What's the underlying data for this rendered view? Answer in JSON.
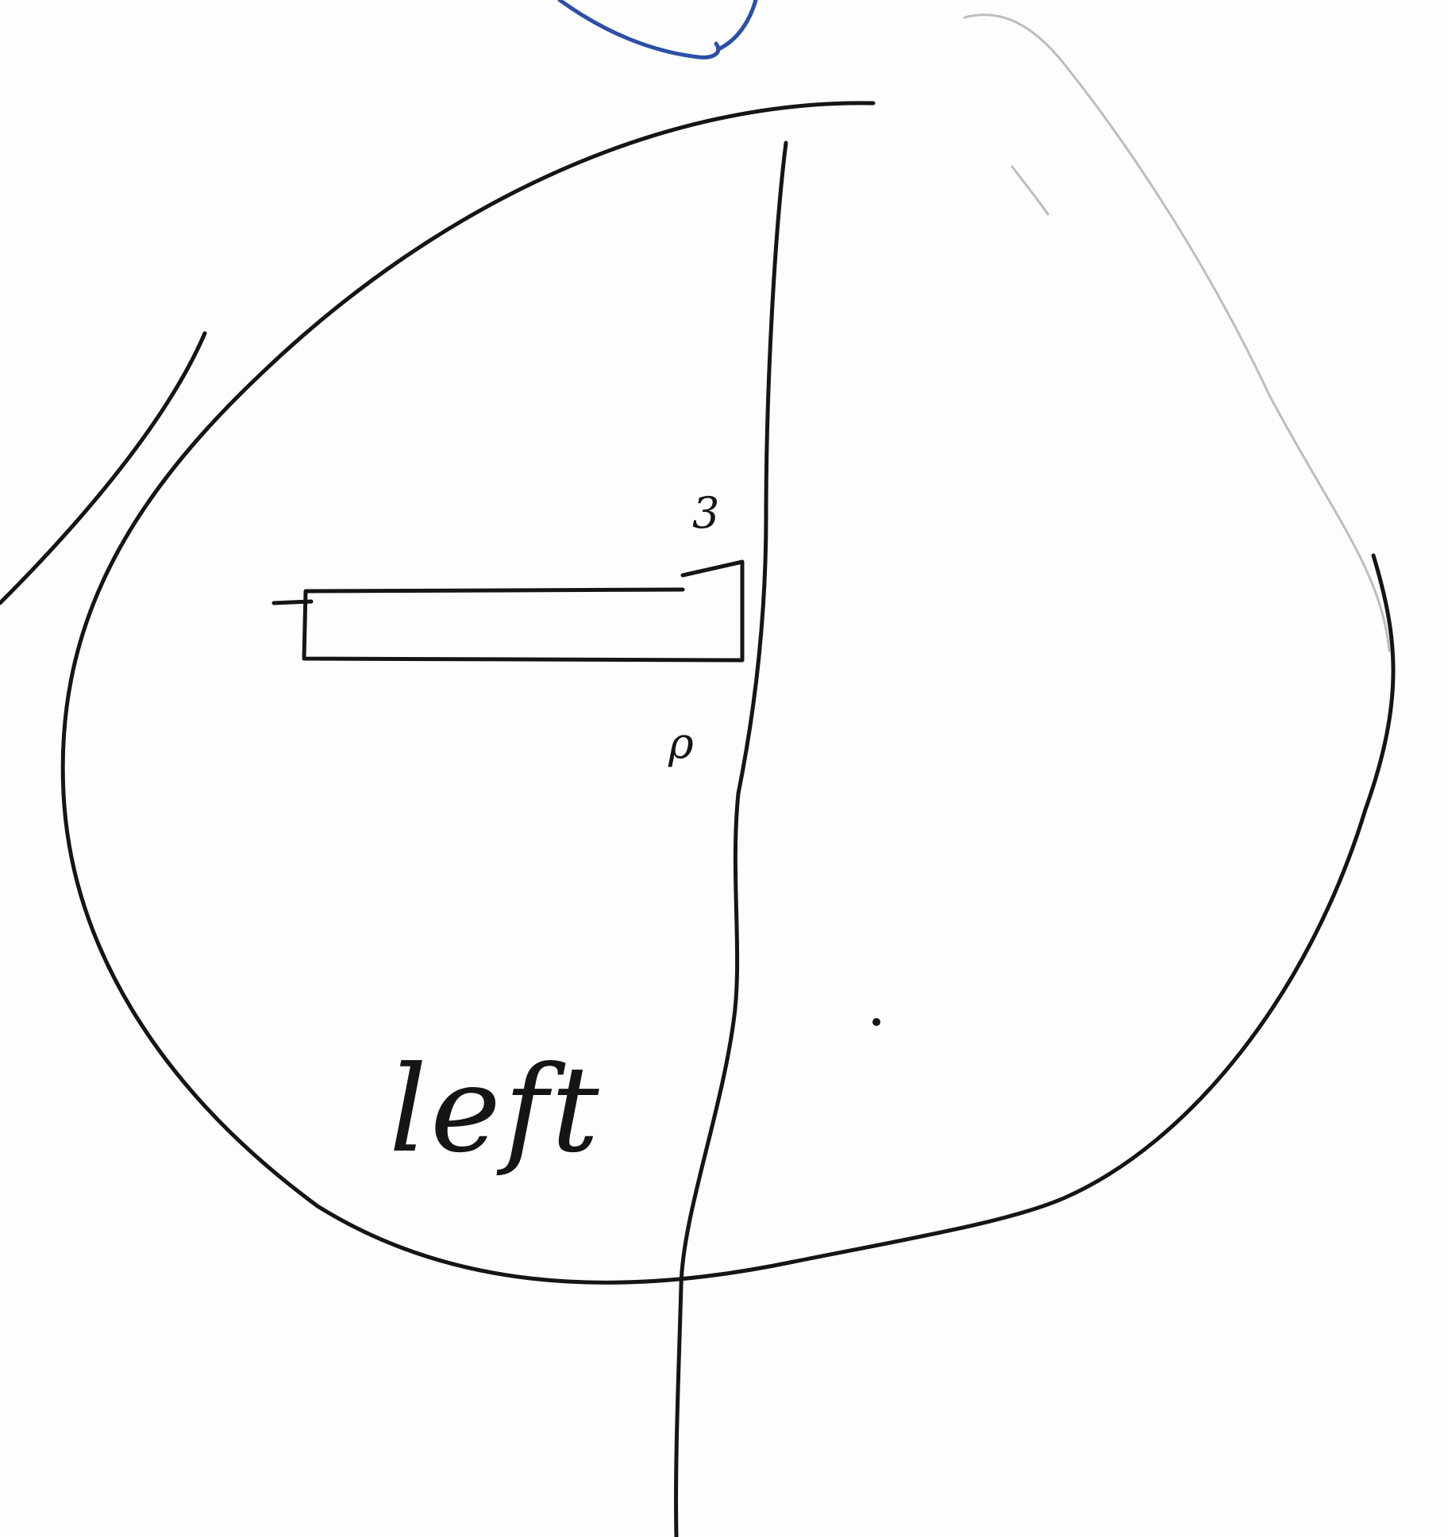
{
  "labels": {
    "top_point": "3",
    "bottom_point": "ρ",
    "side": "left"
  },
  "colors": {
    "ink": "#151515",
    "faint_ink": "#bdbdbd",
    "blue_ink": "#2b4fa8",
    "paper": "#fdfdfb"
  }
}
